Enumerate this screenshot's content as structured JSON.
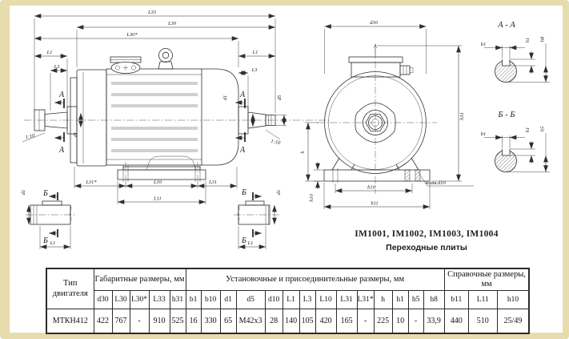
{
  "colors": {
    "frame_bg": "#e7dcae",
    "page_bg": "#ffffff",
    "line": "#2f2f2f"
  },
  "drawing": {
    "labels": {
      "L33": "L33",
      "L30": "L30",
      "L30_star": "L30*",
      "L1": "L1",
      "L3": "L3",
      "d1": "d1",
      "d5": "d5",
      "taper": "1:10",
      "A": "А",
      "B": "Б",
      "L31_star": "L31*",
      "L10": "L10",
      "L31": "L31",
      "L11": "L11",
      "d30": "d30",
      "h31": "h31",
      "h": "h",
      "h10": "h10",
      "b10": "b10",
      "b11": "b11",
      "holes": "4отв.d10",
      "section_aa": "А - А",
      "section_bb": "Б - Б",
      "b1": "b1",
      "h1": "h1",
      "h8": "h8",
      "h5": "h5"
    },
    "caption": {
      "line1": "IM1001, IM1002, IM1003, IM1004",
      "line2": "Переходные плиты"
    }
  },
  "table": {
    "type_header": "Тип двигателя",
    "groups": [
      {
        "label": "Габаритные размеры, мм",
        "cols": [
          "d30",
          "L30",
          "L30*",
          "L33",
          "h31"
        ]
      },
      {
        "label": "Установочные и присоединительные размеры, мм",
        "cols": [
          "b1",
          "b10",
          "d1",
          "d5",
          "d10",
          "L1",
          "L3",
          "L10",
          "L31",
          "L31*",
          "h",
          "h1",
          "h5",
          "h8"
        ]
      },
      {
        "label": "Справочные размеры, мм",
        "cols": [
          "b11",
          "L11",
          "h10"
        ]
      }
    ],
    "row": {
      "type": "МТКН412",
      "values": [
        "422",
        "767",
        "-",
        "910",
        "525",
        "16",
        "330",
        "65",
        "М42х3",
        "28",
        "140",
        "105",
        "420",
        "165",
        "-",
        "225",
        "10",
        "-",
        "33,9",
        "440",
        "510",
        "25/49"
      ]
    }
  }
}
